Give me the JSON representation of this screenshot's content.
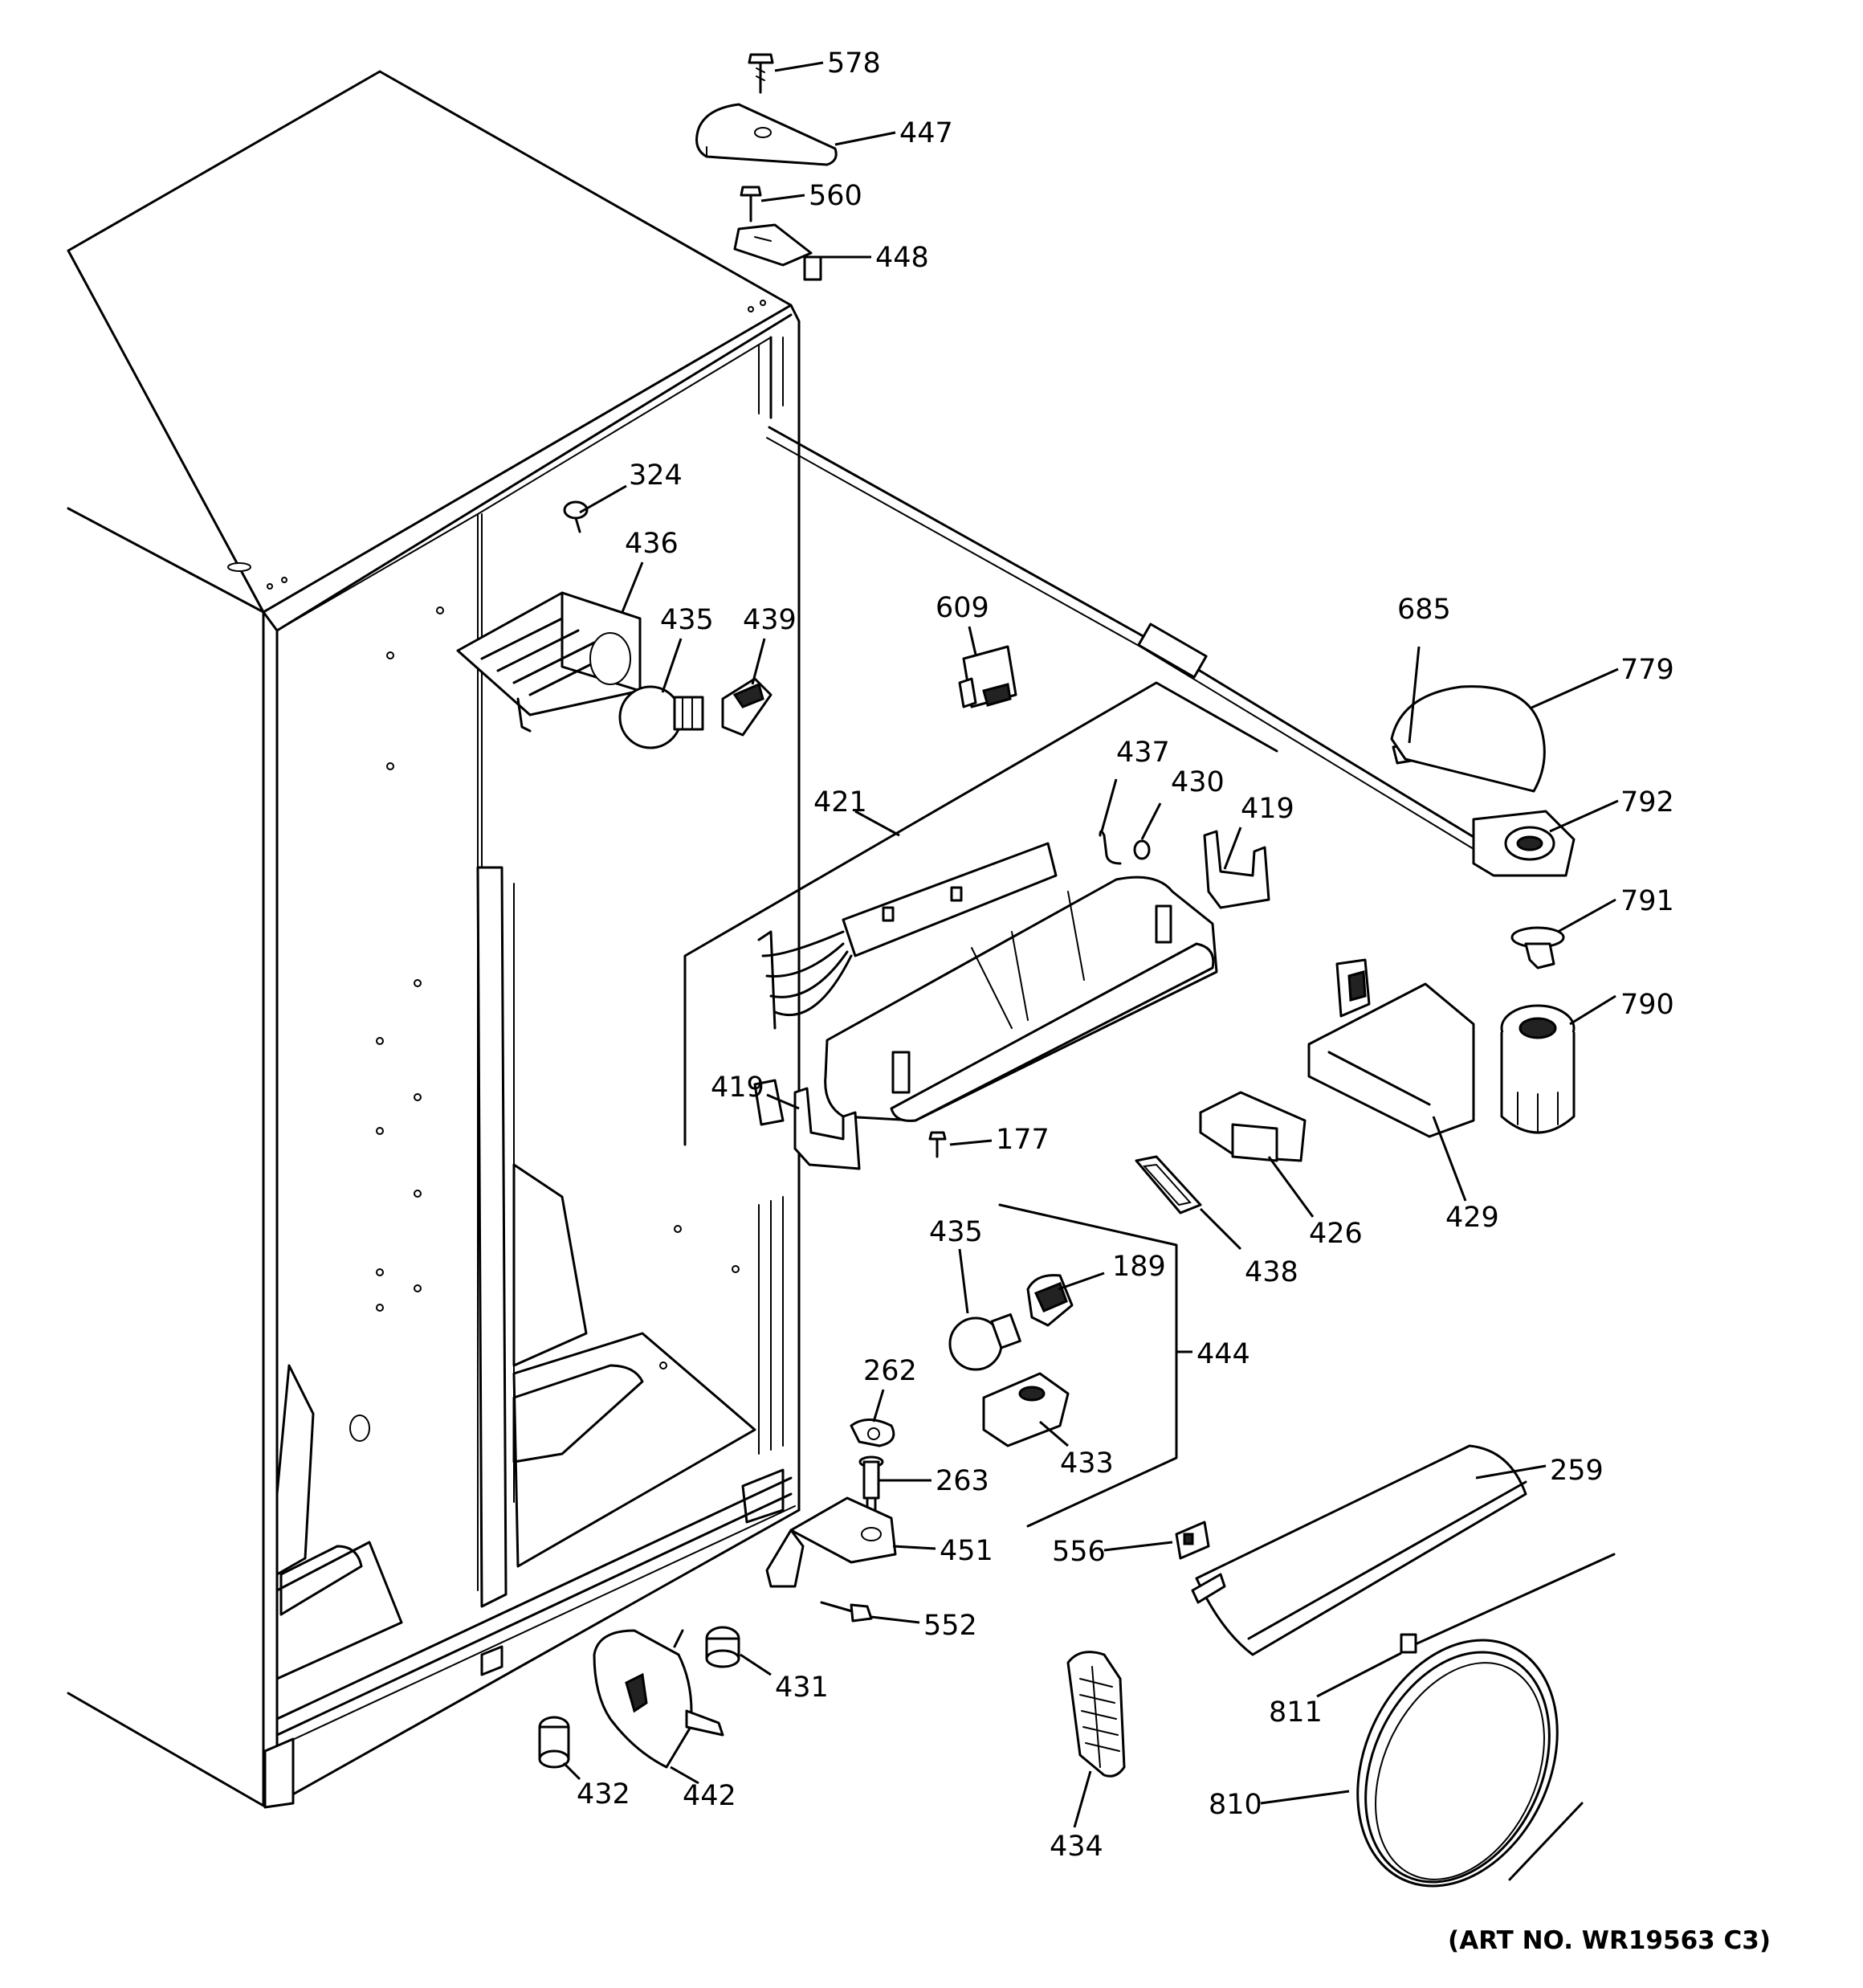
{
  "callouts": {
    "p578": "578",
    "p447": "447",
    "p560": "560",
    "p448": "448",
    "p324": "324",
    "p436": "436",
    "p435a": "435",
    "p439": "439",
    "p609": "609",
    "p685": "685",
    "p779": "779",
    "p437": "437",
    "p430": "430",
    "p419a": "419",
    "p421": "421",
    "p792": "792",
    "p791": "791",
    "p790": "790",
    "p419b": "419",
    "p177": "177",
    "p429": "429",
    "p426": "426",
    "p438": "438",
    "p435b": "435",
    "p189": "189",
    "p444": "444",
    "p262": "262",
    "p433": "433",
    "p263": "263",
    "p259": "259",
    "p451": "451",
    "p556": "556",
    "p552": "552",
    "p431": "431",
    "p811": "811",
    "p432": "432",
    "p442": "442",
    "p810": "810",
    "p434": "434"
  },
  "art_number": "(ART NO. WR19563 C3)"
}
